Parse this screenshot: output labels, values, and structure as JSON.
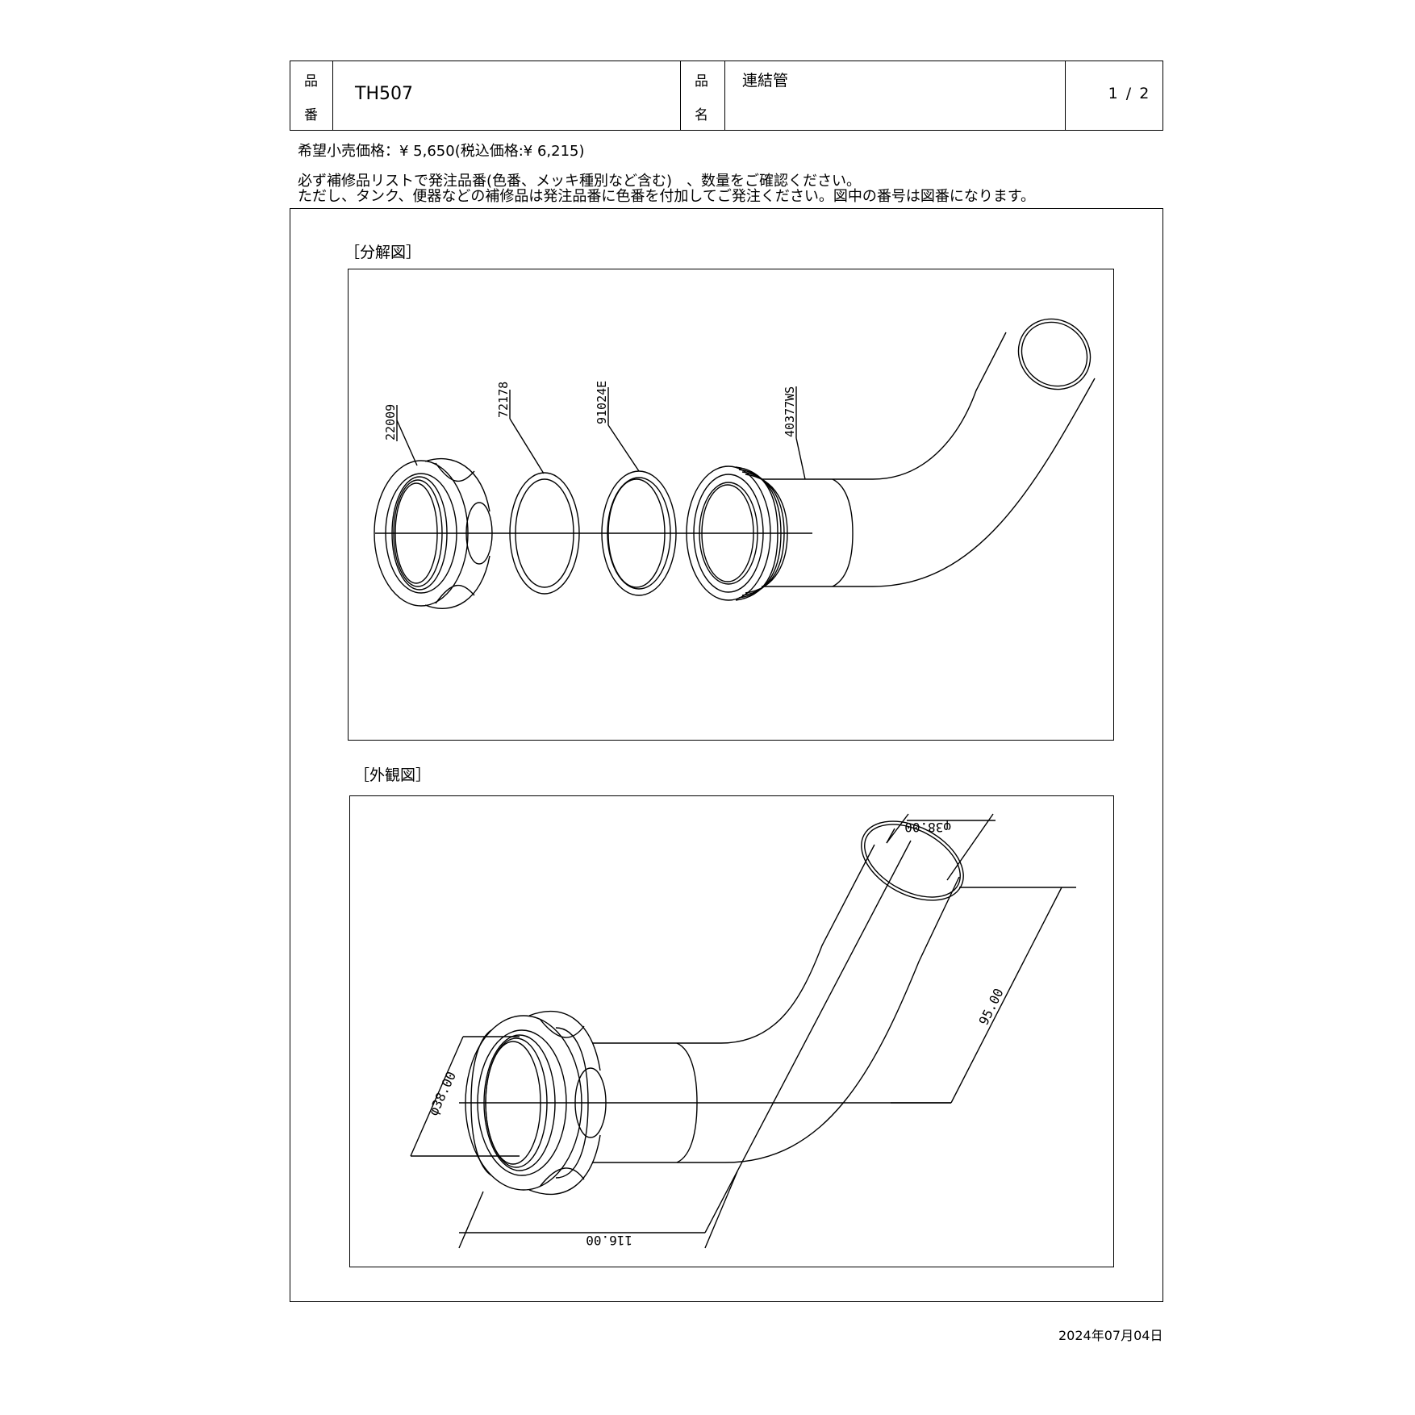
{
  "header": {
    "product_number_label_1": "品",
    "product_number_label_2": "番",
    "product_number": "TH507",
    "product_name_label_1": "品",
    "product_name_label_2": "名",
    "product_name": "連結管",
    "page": "1 / 2"
  },
  "price_line": "希望小売価格：¥ 5,650(税込価格:¥ 6,215)",
  "notes": [
    "必ず補修品リストで発注品番(色番、メッキ種別など含む)　、数量をご確認ください。",
    "ただし、タンク、便器などの補修品は発注品番に色番を付加してご発注ください。図中の番号は図番になります。"
  ],
  "exploded_view": {
    "label": "［分解図］",
    "parts": [
      "22009",
      "72178",
      "91024E",
      "40377WS"
    ]
  },
  "external_view": {
    "label": "［外観図］",
    "dimensions": {
      "top_diameter": "φ38.00",
      "inlet_diameter": "φ38.00",
      "length": "116.00",
      "height": "95.00"
    }
  },
  "date": "2024年07月04日"
}
